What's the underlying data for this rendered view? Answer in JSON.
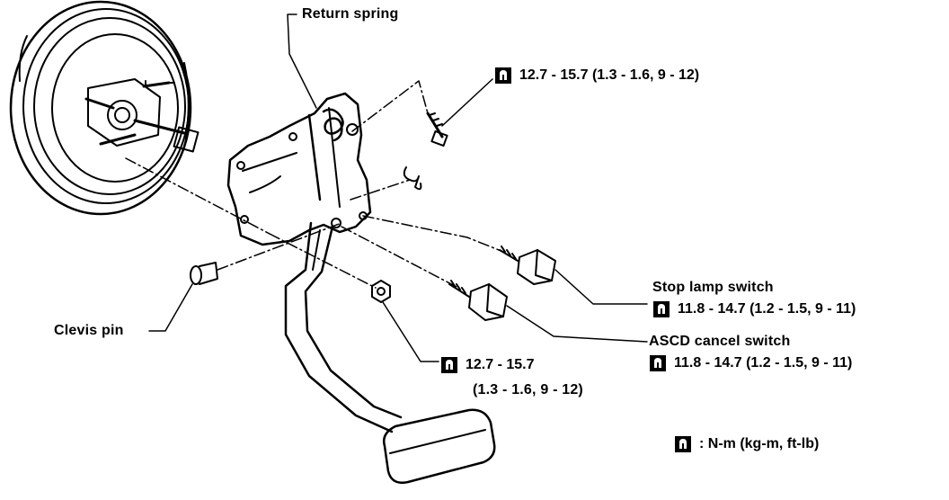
{
  "labels": {
    "return_spring": "Return spring",
    "stop_lamp_switch": "Stop lamp switch",
    "ascd_cancel_switch": "ASCD cancel switch",
    "clevis_pin": "Clevis pin"
  },
  "torques": {
    "bracket_bolt": "12.7 - 15.7 (1.3 - 1.6, 9 - 12)",
    "stop_lamp_switch": "11.8 - 14.7 (1.2 - 1.5, 9 - 11)",
    "ascd_cancel_switch": "11.8 - 14.7 (1.2 - 1.5, 9 - 11)",
    "clevis_nut_line1": "12.7 - 15.7",
    "clevis_nut_line2": "(1.3 - 1.6, 9 - 12)"
  },
  "legend": {
    "units": ": N-m (kg-m, ft-lb)"
  },
  "icons": {
    "torque": "torque-wrench-icon"
  }
}
